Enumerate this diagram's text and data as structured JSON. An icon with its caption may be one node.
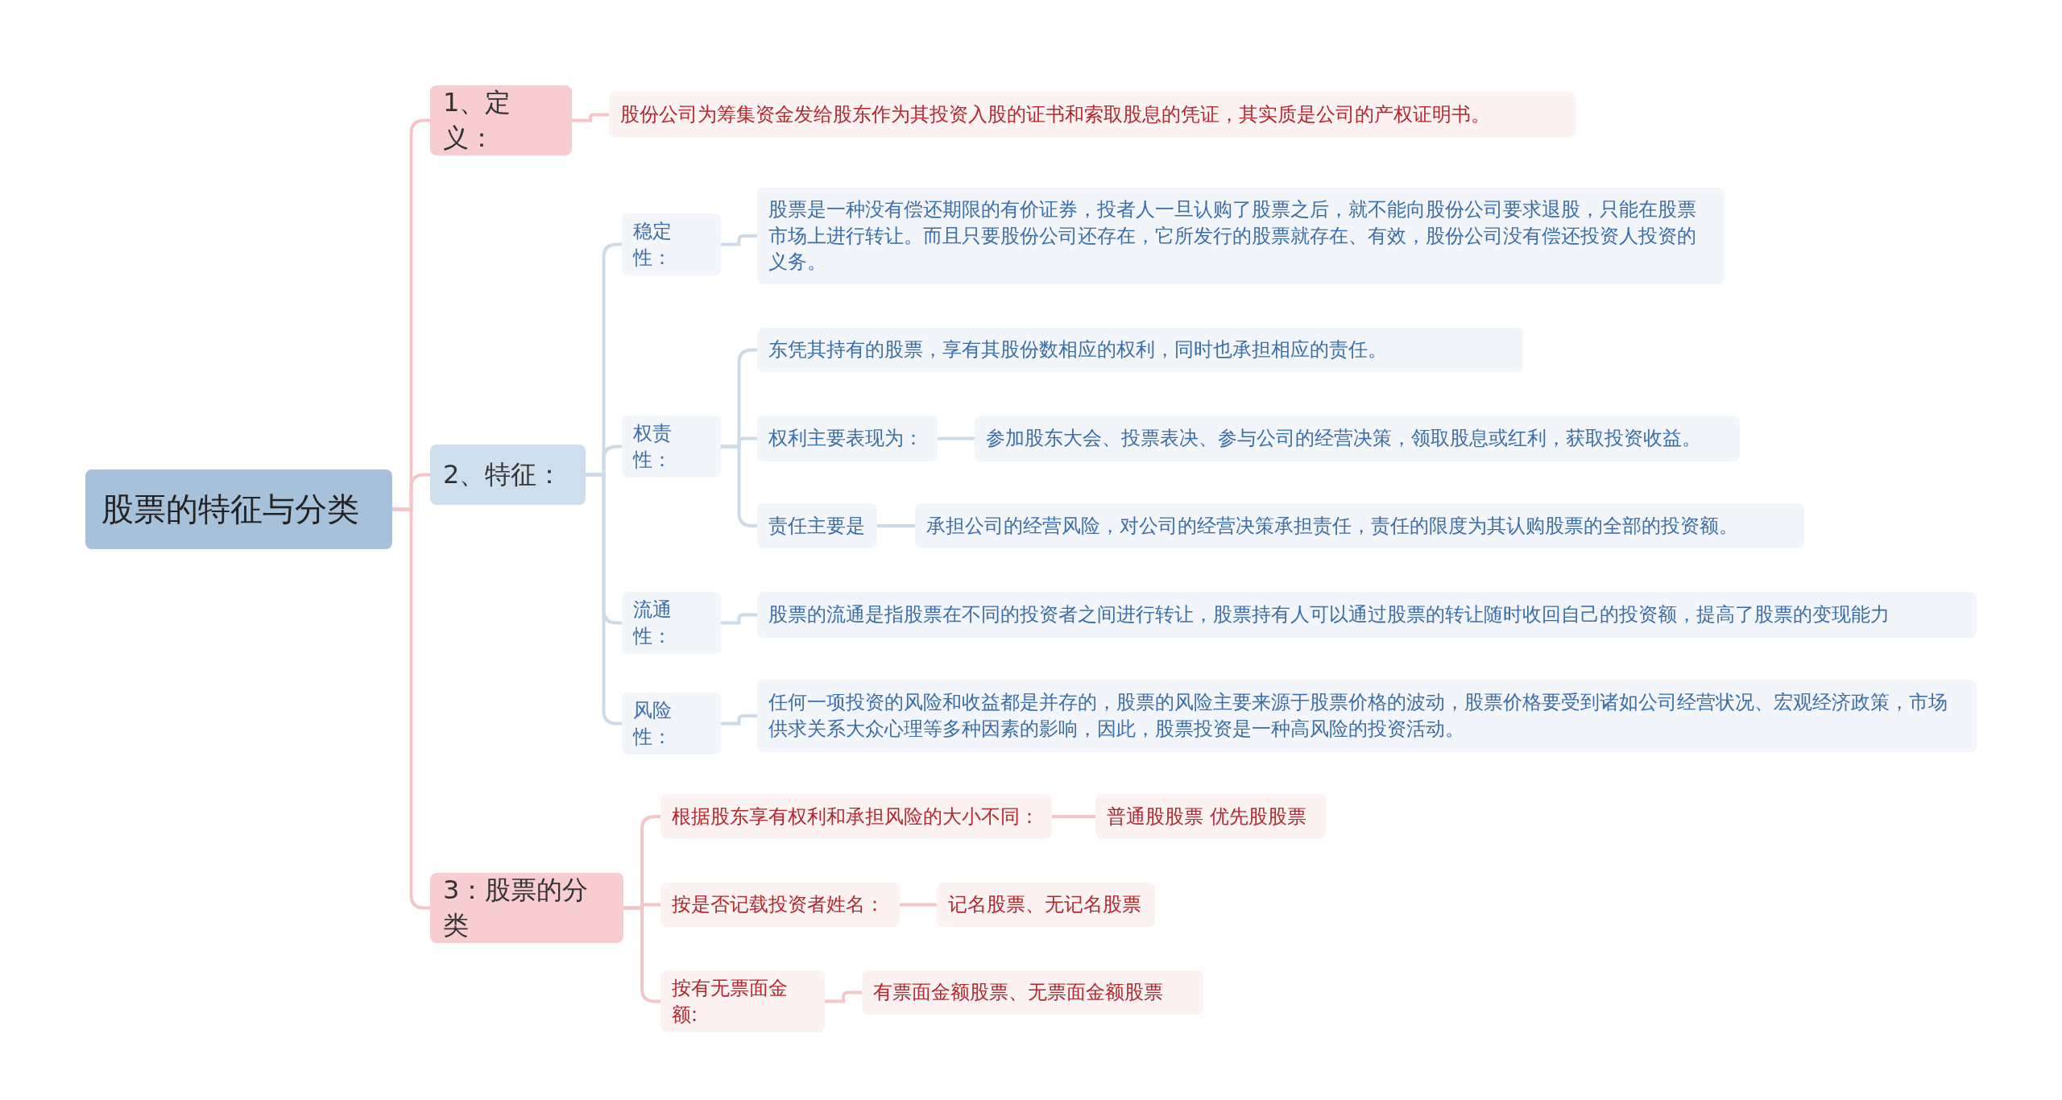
{
  "diagram": {
    "nodes": [
      {
        "text": [
          "股票的特征与分类"
        ]
      },
      {
        "text": [
          "1、定义："
        ]
      },
      {
        "text": [
          "股份公司为筹集资金发给股东作为其投资入股的证书和索取股息的凭证，其实质是公司的产权证明书。"
        ]
      },
      {
        "text": [
          "2、特征："
        ]
      },
      {
        "text": [
          "稳定性："
        ]
      },
      {
        "text": [
          "股票是一种没有偿还期限的有价证券，投者人一旦认购了股票之后，就不能向股份公司要求退股，只能在股票市场上进行转让。而且只要股份公司还存在，它所发行的股票就存在、有效，股份公司没有偿还投资人投资的义务。"
        ]
      },
      {
        "text": [
          "权责性："
        ]
      },
      {
        "text": [
          "东凭其持有的股票，享有其股份数相应的权利，同时也承担相应的责任。"
        ]
      },
      {
        "text": [
          "权利主要表现为："
        ]
      },
      {
        "text": [
          "参加股东大会、投票表决、参与公司的经营决策，领取股息或红利，获取投资收益。"
        ]
      },
      {
        "text": [
          "责任主要是"
        ]
      },
      {
        "text": [
          "承担公司的经营风险，对公司的经营决策承担责任，责任的限度为其认购股票的全部的投资额。"
        ]
      },
      {
        "text": [
          "流通性："
        ]
      },
      {
        "text": [
          "股票的流通是指股票在不同的投资者之间进行转让，股票持有人可以通过股票的转让随时收回自己的投资额，提高了股票的变现能力"
        ]
      },
      {
        "text": [
          "风险性："
        ]
      },
      {
        "text": [
          "任何一项投资的风险和收益都是并存的，股票的风险主要来源于股票价格的波动，股票价格要受到诸如公司经营状况、宏观经济政策，市场供求关系大众心理等多种因素的影响，因此，股票投资是一种高风险的投资活动。"
        ]
      },
      {
        "text": [
          "3：股票的分类"
        ]
      },
      {
        "text": [
          "根据股东享有权利和承担风险的大小不同："
        ]
      },
      {
        "text": [
          "普通股股票  优先股股票"
        ]
      },
      {
        "text": [
          "按是否记载投资者姓名："
        ]
      },
      {
        "text": [
          "记名股票、无记名股票"
        ]
      },
      {
        "text": [
          "按有无票面金额:"
        ]
      },
      {
        "text": [
          "有票面金额股票、无票面金额股票"
        ]
      }
    ],
    "edges": [
      {
        "from": 0,
        "to": 1,
        "arrow": "none",
        "color": "#f4c6c9"
      },
      {
        "from": 0,
        "to": 3,
        "arrow": "none",
        "color": "#f4c6c9"
      },
      {
        "from": 0,
        "to": 16,
        "arrow": "none",
        "color": "#f4c6c9"
      },
      {
        "from": 1,
        "to": 2,
        "arrow": "none",
        "color": "#f4c6c9"
      },
      {
        "from": 3,
        "to": 4,
        "arrow": "none"
      },
      {
        "from": 3,
        "to": 6,
        "arrow": "none"
      },
      {
        "from": 3,
        "to": 12,
        "arrow": "none"
      },
      {
        "from": 3,
        "to": 14,
        "arrow": "none"
      },
      {
        "from": 4,
        "to": 5,
        "arrow": "none"
      },
      {
        "from": 6,
        "to": 7,
        "arrow": "none"
      },
      {
        "from": 6,
        "to": 8,
        "arrow": "none"
      },
      {
        "from": 6,
        "to": 10,
        "arrow": "none"
      },
      {
        "from": 8,
        "to": 9,
        "arrow": "none"
      },
      {
        "from": 10,
        "to": 11,
        "arrow": "none"
      },
      {
        "from": 12,
        "to": 13,
        "arrow": "none"
      },
      {
        "from": 14,
        "to": 15,
        "arrow": "none"
      },
      {
        "from": 16,
        "to": 17,
        "arrow": "none",
        "color": "#f4c6c9"
      },
      {
        "from": 16,
        "to": 19,
        "arrow": "none",
        "color": "#f4c6c9"
      },
      {
        "from": 16,
        "to": 21,
        "arrow": "none",
        "color": "#f4c6c9"
      },
      {
        "from": 17,
        "to": 18,
        "arrow": "none",
        "color": "#f4c6c9"
      },
      {
        "from": 19,
        "to": 20,
        "arrow": "none",
        "color": "#f4c6c9"
      },
      {
        "from": 21,
        "to": 22,
        "arrow": "none",
        "color": "#f4c6c9"
      }
    ]
  }
}
